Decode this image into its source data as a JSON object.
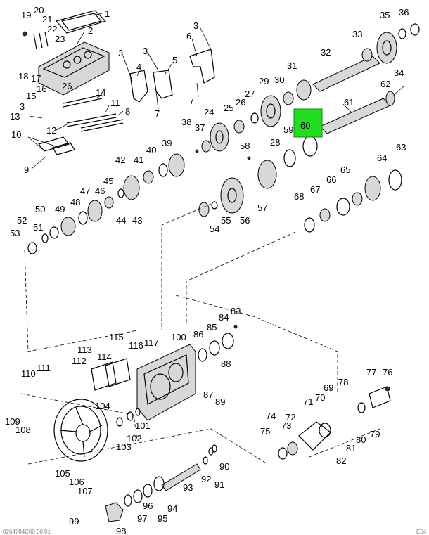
{
  "diagram": {
    "title": "",
    "highlighted_callout": "60",
    "highlight_color": "#22dd22",
    "footer_left": "0264784C00 00 01",
    "footer_right": "E04",
    "callouts": [
      "1",
      "2",
      "3",
      "4",
      "5",
      "6",
      "7",
      "8",
      "9",
      "10",
      "11",
      "12",
      "13",
      "14",
      "15",
      "16",
      "17",
      "18",
      "19",
      "20",
      "21",
      "22",
      "23",
      "24",
      "25",
      "26",
      "27",
      "28",
      "29",
      "30",
      "31",
      "32",
      "33",
      "34",
      "35",
      "36",
      "37",
      "38",
      "39",
      "40",
      "41",
      "42",
      "43",
      "44",
      "45",
      "46",
      "47",
      "48",
      "49",
      "50",
      "51",
      "52",
      "53",
      "54",
      "55",
      "56",
      "57",
      "58",
      "59",
      "60",
      "61",
      "62",
      "63",
      "64",
      "65",
      "66",
      "67",
      "68",
      "69",
      "70",
      "71",
      "72",
      "73",
      "74",
      "75",
      "76",
      "77",
      "78",
      "79",
      "80",
      "81",
      "82",
      "83",
      "84",
      "85",
      "86",
      "87",
      "88",
      "89",
      "90",
      "91",
      "92",
      "93",
      "94",
      "95",
      "96",
      "97",
      "98",
      "99",
      "100",
      "101",
      "102",
      "103",
      "104",
      "105",
      "106",
      "107",
      "108",
      "109",
      "110",
      "111",
      "112",
      "113",
      "114",
      "115",
      "116",
      "117"
    ],
    "extra_callouts": [
      "3",
      "3",
      "3",
      "3",
      "7",
      "7",
      "10"
    ]
  }
}
